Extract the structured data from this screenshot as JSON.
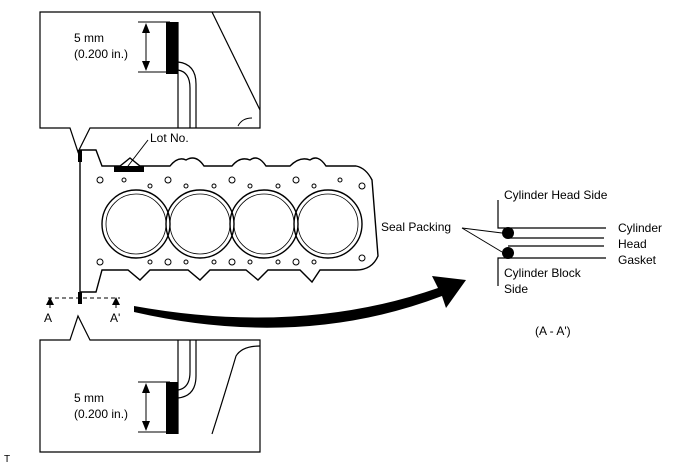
{
  "diagram": {
    "top_detail": {
      "dimension_mm": "5 mm",
      "dimension_in": "(0.200 in.)"
    },
    "bottom_detail": {
      "dimension_mm": "5 mm",
      "dimension_in": "(0.200 in.)"
    },
    "gasket": {
      "lot_label": "Lot No.",
      "section_start": "A",
      "section_end": "A'"
    },
    "section_view": {
      "head_side": "Cylinder Head Side",
      "seal_packing": "Seal Packing",
      "gasket_label": [
        "Cylinder",
        "Head",
        "Gasket"
      ],
      "block_side": [
        "Cylinder Block",
        "Side"
      ],
      "caption": "(A - A')"
    },
    "corner_mark": "T",
    "colors": {
      "ink": "#000000",
      "paper": "#ffffff"
    }
  }
}
